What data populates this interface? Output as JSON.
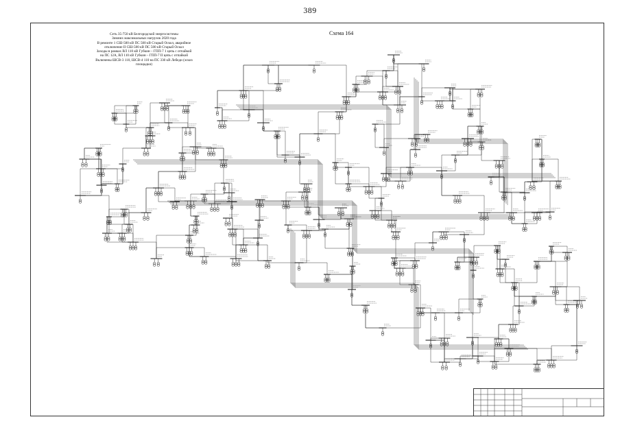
{
  "page": {
    "number": "389",
    "scheme_label": "Схема 164"
  },
  "title_block": {
    "lines": [
      "Сеть 35-750 кВ Белгородской энергосистемы",
      "Зимних максимальных нагрузок 2020 года",
      "В ремонте 1 СШ-500 кВ ПС 500 кВ Старый Оскол, аварийное",
      "отключение II СШ-500 кВ ПС 500 кВ Старый Оскол",
      "Заходы в рамках ВЛ 110 кВ Губкин – ГПП-7 1 цепь с отпайкой",
      "на ПС 12А, ВЛ 110 кВ Губкин – ГПП-7 II цепь с отпайкой",
      "Включены ШСВ-3 110, ШСВ-4 110 на ПС 330 кВ Лебеди (эскиз",
      "площадки)"
    ]
  },
  "colors": {
    "line": "#222222",
    "paper": "#ffffff"
  }
}
